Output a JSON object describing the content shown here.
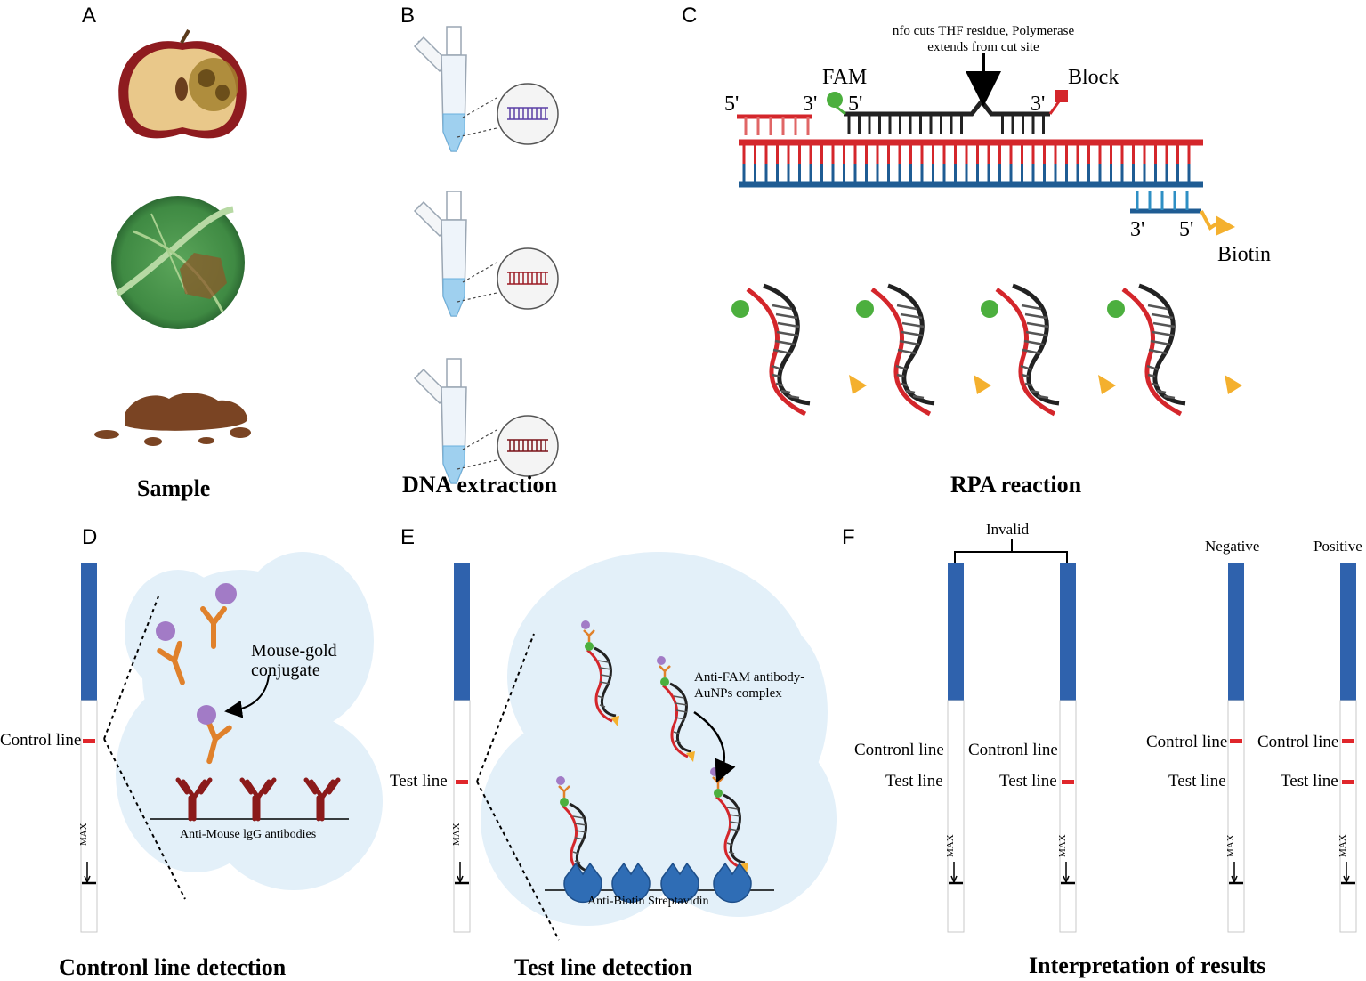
{
  "panels": {
    "a": {
      "letter": "A",
      "caption": "Sample"
    },
    "b": {
      "letter": "B",
      "caption": "DNA extraction"
    },
    "c": {
      "letter": "C",
      "caption": "RPA reaction",
      "annotation_line1": "nfo cuts THF residue, Polymerase",
      "annotation_line2": "extends from cut site",
      "fam": "FAM",
      "block": "Block",
      "biotin": "Biotin",
      "five_prime": "5'",
      "three_prime": "3'"
    },
    "d": {
      "letter": "D",
      "caption": "Contronl line detection",
      "control_line": "Control line",
      "conjugate_line1": "Mouse-gold",
      "conjugate_line2": "conjugate",
      "antibodies": "Anti-Mouse lgG antibodies",
      "max": "MAX"
    },
    "e": {
      "letter": "E",
      "caption": "Test line detection",
      "test_line": "Test line",
      "complex_line1": "Anti-FAM antibody-",
      "complex_line2": "AuNPs complex",
      "streptavidin": "Anti-Biotin Streptavidin",
      "max": "MAX"
    },
    "f": {
      "letter": "F",
      "caption": "Interpretation of results",
      "invalid": "Invalid",
      "negative": "Negative",
      "positive": "Positive",
      "contronl_line": "Contronl line",
      "control_line": "Control line",
      "test_line": "Test line",
      "max": "MAX"
    }
  },
  "colors": {
    "strip_blue": "#2f62ad",
    "line_red": "#e0262b",
    "cloud": "#e3f0f9",
    "dna_red": "#d4262b",
    "dna_blue": "#1f5c93",
    "fam_green": "#4caf3e",
    "biotin_orange": "#f4b02e",
    "antibody_orange": "#e0812b",
    "antibody_dark": "#8b1a1a",
    "gold_purple": "#a27bc6",
    "streptavidin": "#2f6db5"
  }
}
